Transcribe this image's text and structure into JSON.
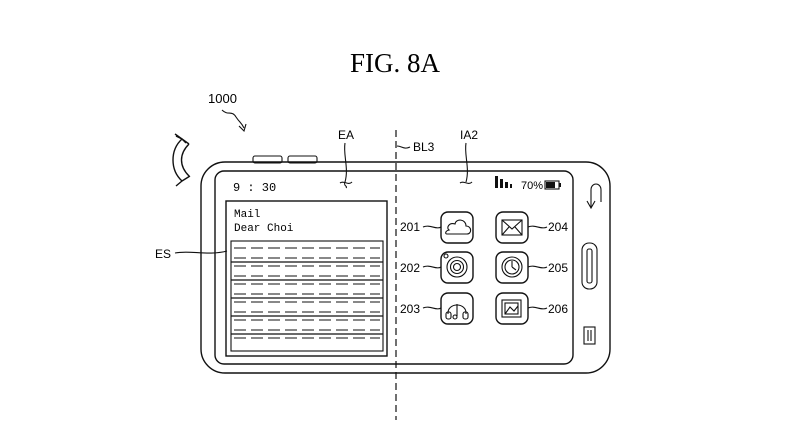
{
  "figure": {
    "title": "FIG. 8A"
  },
  "labels": {
    "device": "1000",
    "ea": "EA",
    "bl3": "BL3",
    "ia2": "IA2",
    "es": "ES"
  },
  "status_bar": {
    "time": "9 : 30",
    "battery": "70%"
  },
  "mail_window": {
    "title": "Mail",
    "greeting": "Dear Choi"
  },
  "apps": [
    {
      "ref": "201",
      "icon": "cloud-icon"
    },
    {
      "ref": "202",
      "icon": "camera-lens-icon"
    },
    {
      "ref": "203",
      "icon": "headphones-icon"
    },
    {
      "ref": "204",
      "icon": "envelope-icon"
    },
    {
      "ref": "205",
      "icon": "watch-icon"
    },
    {
      "ref": "206",
      "icon": "picture-frame-icon"
    }
  ],
  "side_keys": [
    "back-arrow-icon",
    "home-key",
    "menu-key"
  ]
}
